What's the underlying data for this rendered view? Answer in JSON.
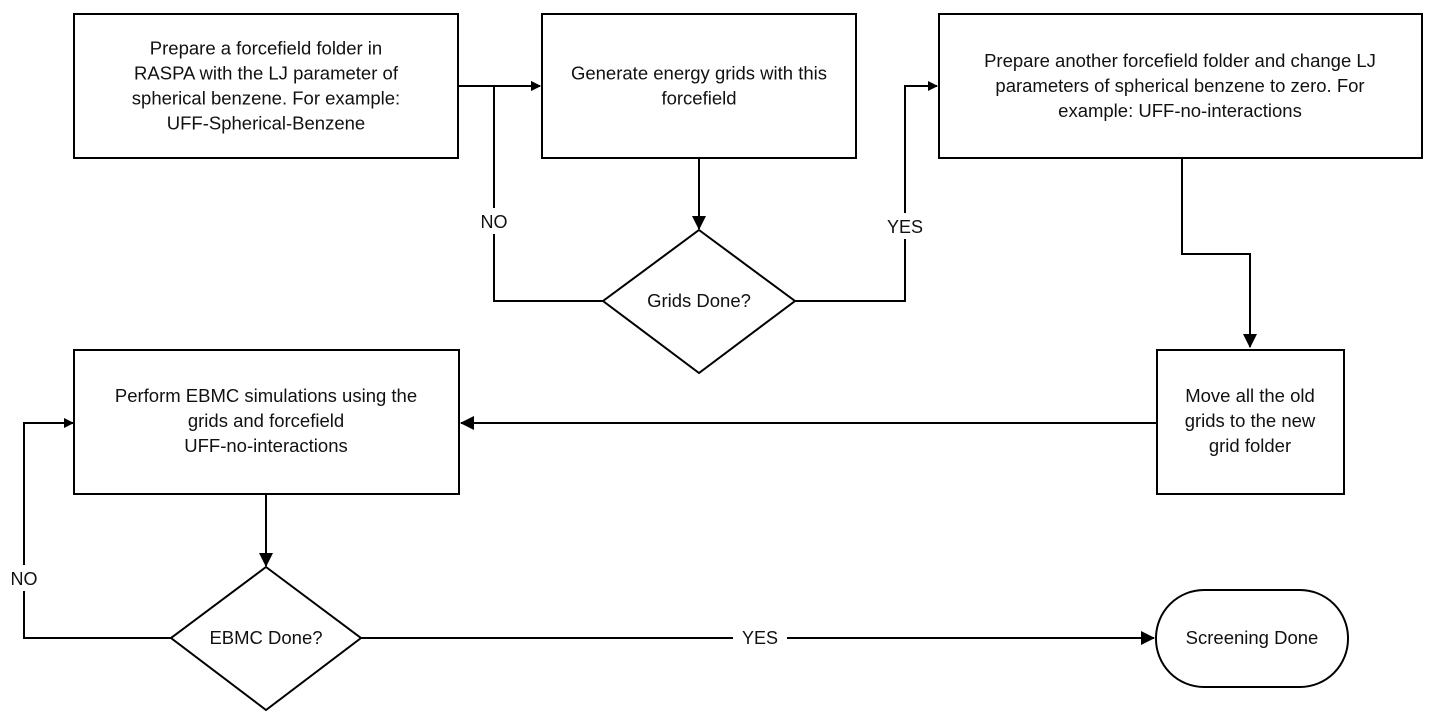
{
  "nodes": {
    "prepare_forcefield": {
      "lines": [
        "Prepare a forcefield folder in",
        "RASPA with the LJ parameter of",
        "spherical benzene. For example:",
        "UFF-Spherical-Benzene"
      ]
    },
    "generate_grids": {
      "lines": [
        "Generate energy grids with this",
        "forcefield"
      ]
    },
    "grids_done": {
      "lines": [
        "Grids Done?"
      ]
    },
    "prepare_another": {
      "lines": [
        "Prepare another forcefield folder and change LJ",
        "parameters of spherical benzene to zero. For",
        "example: UFF-no-interactions"
      ]
    },
    "move_grids": {
      "lines": [
        "Move all the old",
        "grids to the new",
        "grid folder"
      ]
    },
    "perform_ebmc": {
      "lines": [
        "Perform EBMC simulations using the",
        "grids and forcefield",
        "UFF-no-interactions"
      ]
    },
    "ebmc_done": {
      "lines": [
        "EBMC Done?"
      ]
    },
    "screening_done": {
      "lines": [
        "Screening Done"
      ]
    }
  },
  "edge_labels": {
    "grids_no": "NO",
    "grids_yes": "YES",
    "ebmc_no": "NO",
    "ebmc_yes": "YES"
  }
}
